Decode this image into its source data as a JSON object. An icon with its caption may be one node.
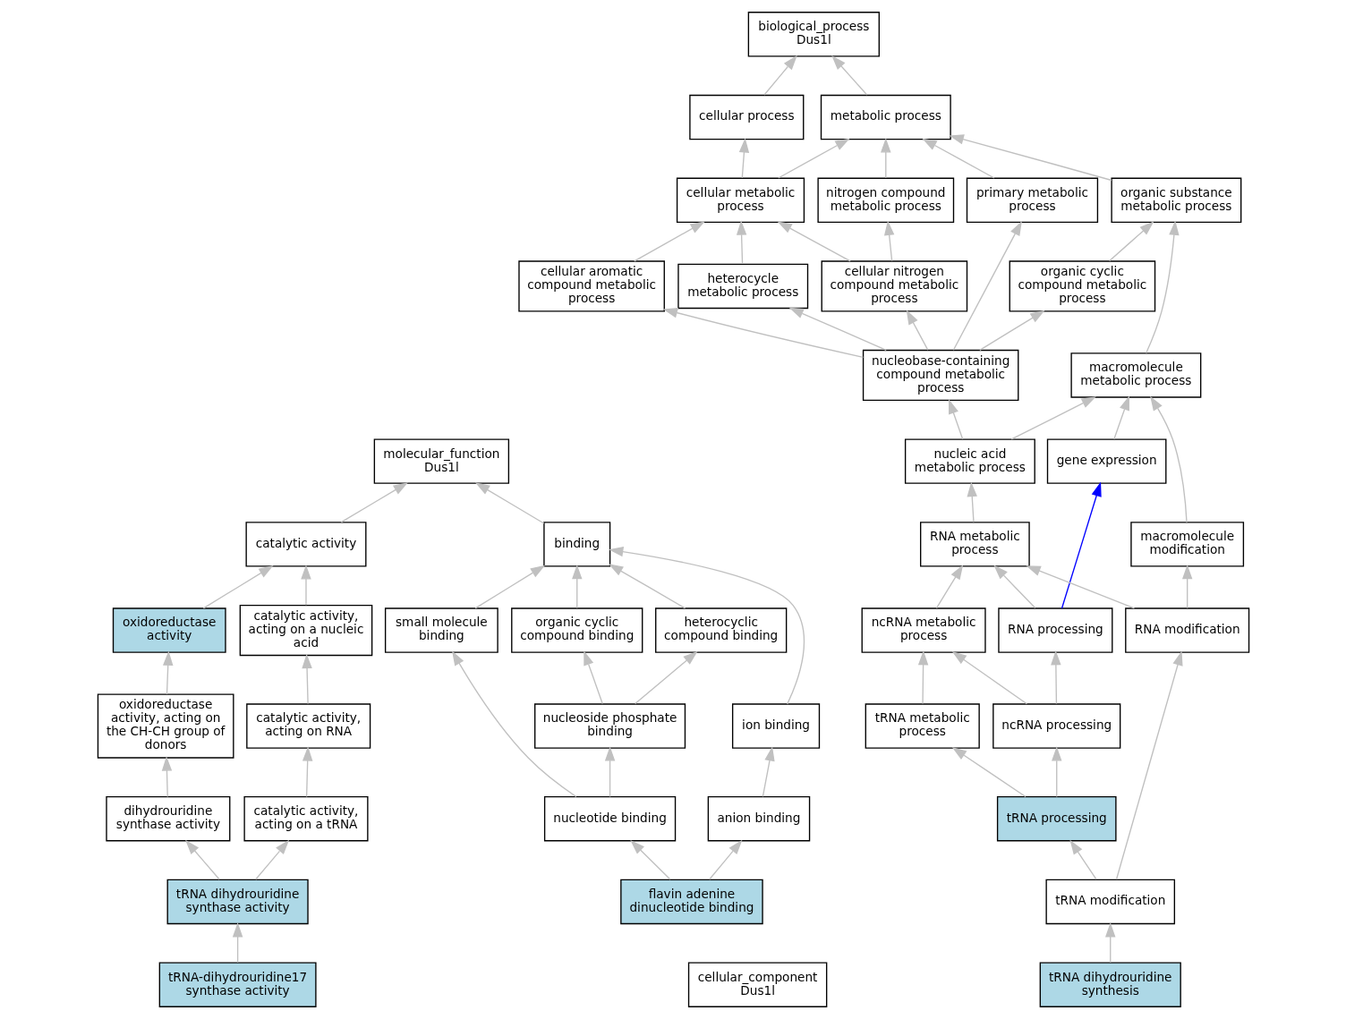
{
  "diagram": {
    "nodes": [
      {
        "text": [
          "molecular_function Dus1l"
        ]
      },
      {
        "text": [
          "cellular_component Dus1l"
        ]
      },
      {
        "text": [
          "biological_process Dus1l"
        ]
      },
      {
        "text": [
          "catalytic activity"
        ]
      },
      {
        "text": [
          "binding"
        ]
      },
      {
        "text": [
          "cellular process"
        ]
      },
      {
        "text": [
          "metabolic process"
        ]
      },
      {
        "text": [
          "oxidoreductase activity"
        ]
      },
      {
        "text": [
          "catalytic activity, acting on a nucleic acid"
        ]
      },
      {
        "text": [
          "organic cyclic compound binding"
        ]
      },
      {
        "text": [
          "heterocyclic compound binding"
        ]
      },
      {
        "text": [
          "cellular metabolic process"
        ]
      },
      {
        "text": [
          "nitrogen compound metabolic process"
        ]
      },
      {
        "text": [
          "primary metabolic process"
        ]
      },
      {
        "text": [
          "organic substance metabolic process"
        ]
      },
      {
        "text": [
          "oxidoreductase activity, acting on the CH-CH group of donors"
        ]
      },
      {
        "text": [
          "catalytic activity, acting on RNA"
        ]
      },
      {
        "text": [
          "small molecule binding"
        ]
      },
      {
        "text": [
          "nucleoside phosphate binding"
        ]
      },
      {
        "text": [
          "ion binding"
        ]
      },
      {
        "text": [
          "heterocycle metabolic process"
        ]
      },
      {
        "text": [
          "cellular aromatic compound metabolic process"
        ]
      },
      {
        "text": [
          "cellular nitrogen compound metabolic process"
        ]
      },
      {
        "text": [
          "organic cyclic compound metabolic process"
        ]
      },
      {
        "text": [
          "dihydrouridine synthase activity"
        ]
      },
      {
        "text": [
          "catalytic activity, acting on a tRNA"
        ]
      },
      {
        "text": [
          "nucleotide binding"
        ]
      },
      {
        "text": [
          "anion binding"
        ]
      },
      {
        "text": [
          "nucleobase-containing compound metabolic process"
        ]
      },
      {
        "text": [
          "macromolecule metabolic process"
        ]
      },
      {
        "text": [
          "tRNA dihydrouridine synthase activity"
        ]
      },
      {
        "text": [
          "flavin adenine dinucleotide binding"
        ]
      },
      {
        "text": [
          "nucleic acid metabolic process"
        ]
      },
      {
        "text": [
          "tRNA-dihydrouridine17 synthase activity"
        ]
      },
      {
        "text": [
          "RNA metabolic process"
        ]
      },
      {
        "text": [
          "gene expression"
        ]
      },
      {
        "text": [
          "macromolecule modification"
        ]
      },
      {
        "text": [
          "ncRNA metabolic process"
        ]
      },
      {
        "text": [
          "RNA processing"
        ]
      },
      {
        "text": [
          "RNA modification"
        ]
      },
      {
        "text": [
          "tRNA metabolic process"
        ]
      },
      {
        "text": [
          "ncRNA processing"
        ]
      },
      {
        "text": [
          "tRNA processing"
        ]
      },
      {
        "text": [
          "tRNA modification"
        ]
      },
      {
        "text": [
          "tRNA dihydrouridine synthesis"
        ]
      }
    ],
    "edges": [
      {
        "from": 3,
        "to": 0,
        "arrow": "to"
      },
      {
        "from": 4,
        "to": 0,
        "arrow": "to"
      },
      {
        "from": 5,
        "to": 2,
        "arrow": "to"
      },
      {
        "from": 6,
        "to": 2,
        "arrow": "to"
      },
      {
        "from": 7,
        "to": 3,
        "arrow": "to"
      },
      {
        "from": 8,
        "to": 3,
        "arrow": "to"
      },
      {
        "from": 9,
        "to": 4,
        "arrow": "to"
      },
      {
        "from": 10,
        "to": 4,
        "arrow": "to"
      },
      {
        "from": 17,
        "to": 4,
        "arrow": "to"
      },
      {
        "from": 19,
        "to": 4,
        "arrow": "to"
      },
      {
        "from": 11,
        "to": 5,
        "arrow": "to"
      },
      {
        "from": 11,
        "to": 6,
        "arrow": "to"
      },
      {
        "from": 12,
        "to": 6,
        "arrow": "to"
      },
      {
        "from": 13,
        "to": 6,
        "arrow": "to"
      },
      {
        "from": 14,
        "to": 6,
        "arrow": "to"
      },
      {
        "from": 15,
        "to": 7,
        "arrow": "to"
      },
      {
        "from": 16,
        "to": 8,
        "arrow": "to"
      },
      {
        "from": 18,
        "to": 9,
        "arrow": "to"
      },
      {
        "from": 18,
        "to": 10,
        "arrow": "to"
      },
      {
        "from": 20,
        "to": 11,
        "arrow": "to"
      },
      {
        "from": 21,
        "to": 11,
        "arrow": "to"
      },
      {
        "from": 22,
        "to": 11,
        "arrow": "to"
      },
      {
        "from": 22,
        "to": 12,
        "arrow": "to"
      },
      {
        "from": 23,
        "to": 14,
        "arrow": "to"
      },
      {
        "from": 24,
        "to": 15,
        "arrow": "to"
      },
      {
        "from": 25,
        "to": 16,
        "arrow": "to"
      },
      {
        "from": 26,
        "to": 17,
        "arrow": "to"
      },
      {
        "from": 26,
        "to": 18,
        "arrow": "to"
      },
      {
        "from": 27,
        "to": 19,
        "arrow": "to"
      },
      {
        "from": 28,
        "to": 20,
        "arrow": "to"
      },
      {
        "from": 28,
        "to": 21,
        "arrow": "to"
      },
      {
        "from": 28,
        "to": 22,
        "arrow": "to"
      },
      {
        "from": 28,
        "to": 13,
        "arrow": "to"
      },
      {
        "from": 28,
        "to": 23,
        "arrow": "to"
      },
      {
        "from": 29,
        "to": 14,
        "arrow": "to"
      },
      {
        "from": 30,
        "to": 24,
        "arrow": "to"
      },
      {
        "from": 30,
        "to": 25,
        "arrow": "to"
      },
      {
        "from": 31,
        "to": 26,
        "arrow": "to"
      },
      {
        "from": 31,
        "to": 27,
        "arrow": "to"
      },
      {
        "from": 32,
        "to": 28,
        "arrow": "to"
      },
      {
        "from": 32,
        "to": 29,
        "arrow": "to"
      },
      {
        "from": 33,
        "to": 30,
        "arrow": "to"
      },
      {
        "from": 34,
        "to": 32,
        "arrow": "to"
      },
      {
        "from": 35,
        "to": 29,
        "arrow": "to"
      },
      {
        "from": 36,
        "to": 29,
        "arrow": "to"
      },
      {
        "from": 37,
        "to": 34,
        "arrow": "to"
      },
      {
        "from": 38,
        "to": 34,
        "arrow": "to"
      },
      {
        "from": 38,
        "to": 35,
        "arrow": "to",
        "color": "#0000ff"
      },
      {
        "from": 39,
        "to": 34,
        "arrow": "to"
      },
      {
        "from": 39,
        "to": 36,
        "arrow": "to"
      },
      {
        "from": 40,
        "to": 37,
        "arrow": "to"
      },
      {
        "from": 41,
        "to": 37,
        "arrow": "to"
      },
      {
        "from": 41,
        "to": 38,
        "arrow": "to"
      },
      {
        "from": 42,
        "to": 40,
        "arrow": "to"
      },
      {
        "from": 42,
        "to": 41,
        "arrow": "to"
      },
      {
        "from": 43,
        "to": 42,
        "arrow": "to"
      },
      {
        "from": 43,
        "to": 39,
        "arrow": "to"
      },
      {
        "from": 44,
        "to": 43,
        "arrow": "to"
      }
    ]
  }
}
